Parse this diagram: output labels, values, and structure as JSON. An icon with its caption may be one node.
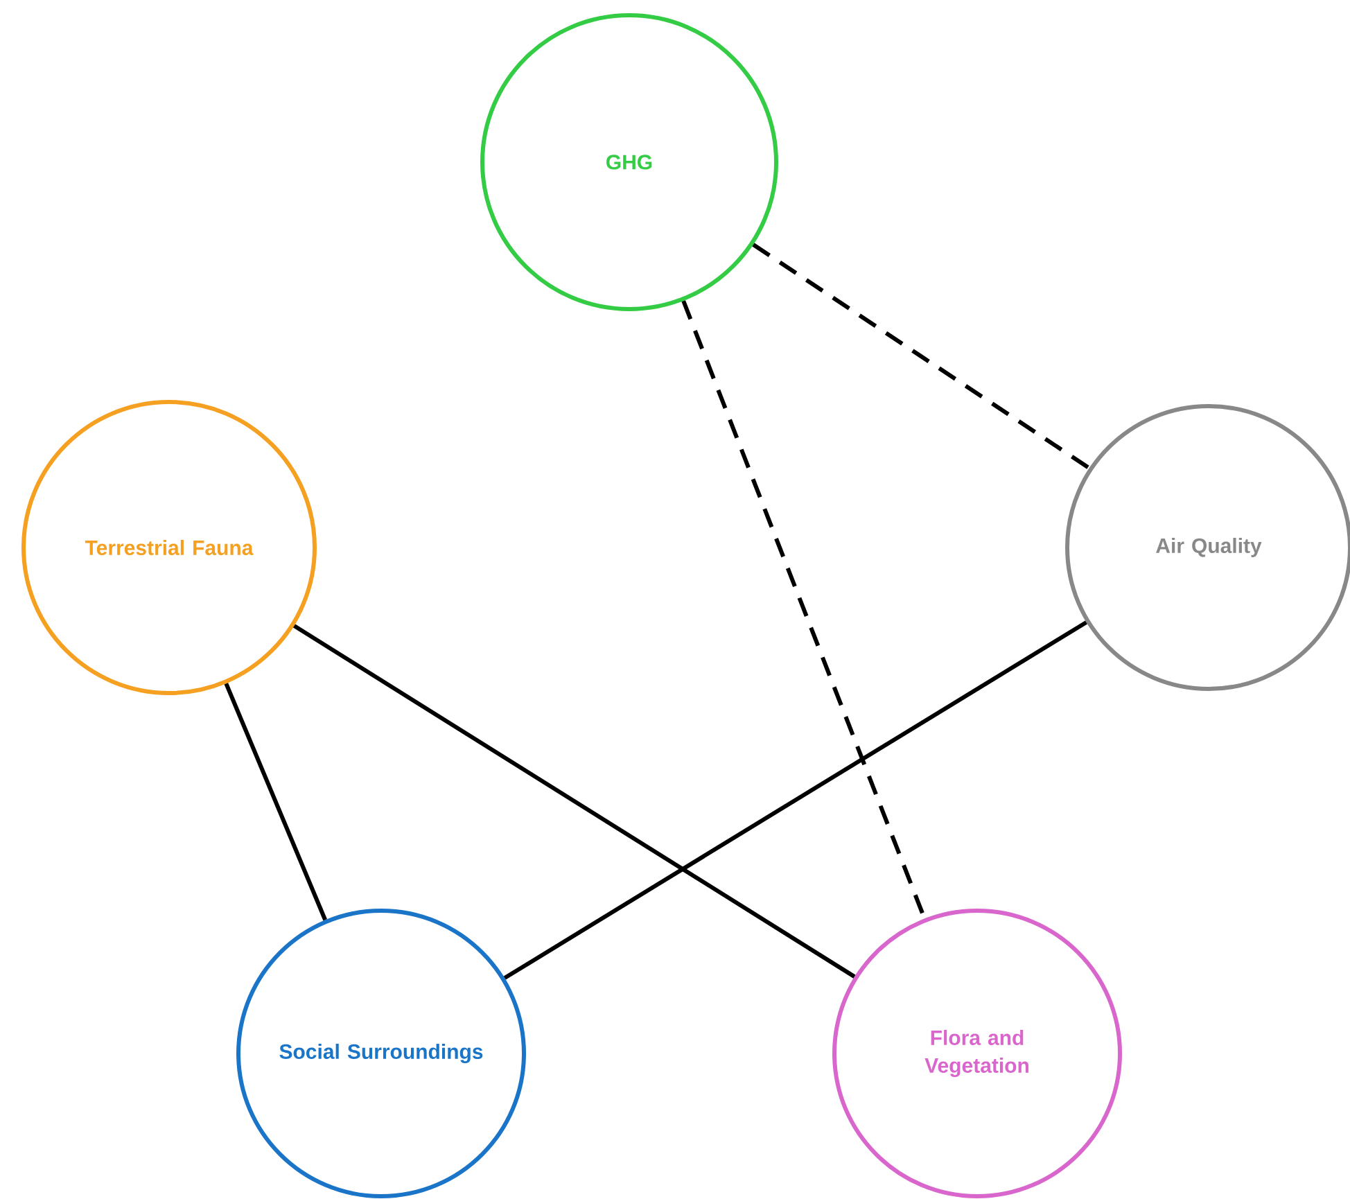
{
  "diagram": {
    "nodes": [
      {
        "text": [
          "GHG"
        ]
      },
      {
        "text": [
          "Terrestrial Fauna"
        ]
      },
      {
        "text": [
          "Air Quality"
        ]
      },
      {
        "text": [
          "Social Surroundings"
        ]
      },
      {
        "text": [
          "Flora and Vegetation"
        ]
      }
    ],
    "edges": [
      {
        "from": 0,
        "to": 2,
        "arrow": "none",
        "style": "dashed"
      },
      {
        "from": 0,
        "to": 4,
        "arrow": "none",
        "style": "dashed"
      },
      {
        "from": 1,
        "to": 4,
        "arrow": "none"
      },
      {
        "from": 2,
        "to": 3,
        "arrow": "none"
      },
      {
        "from": 1,
        "to": 3,
        "arrow": "none"
      }
    ]
  }
}
